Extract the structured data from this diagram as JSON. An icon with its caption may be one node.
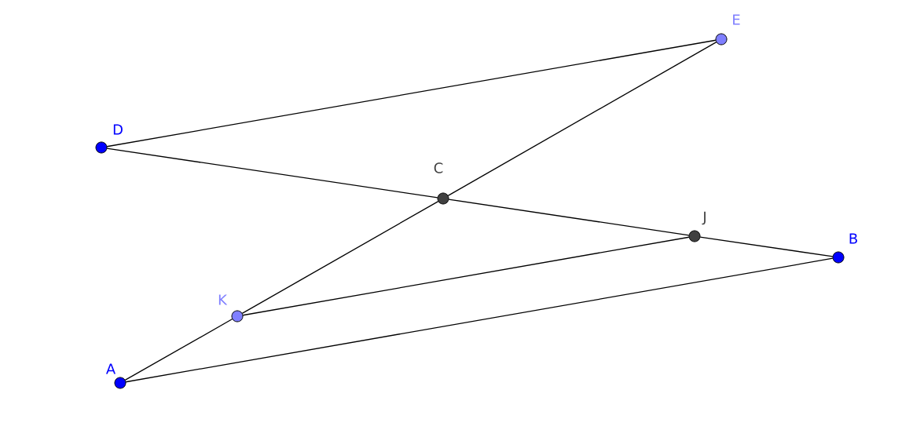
{
  "diagram": {
    "nodes": [
      {
        "text": [
          "E"
        ]
      },
      {
        "text": [
          "D"
        ]
      },
      {
        "text": [
          "C"
        ]
      },
      {
        "text": [
          "J"
        ]
      },
      {
        "text": [
          "B"
        ]
      },
      {
        "text": [
          "K"
        ]
      },
      {
        "text": [
          "A"
        ]
      }
    ],
    "edges": [
      {
        "from": 1,
        "to": 0,
        "arrow": "none"
      },
      {
        "from": 1,
        "to": 2,
        "arrow": "none"
      },
      {
        "from": 2,
        "to": 3,
        "arrow": "none"
      },
      {
        "from": 3,
        "to": 4,
        "arrow": "none"
      },
      {
        "from": 0,
        "to": 2,
        "arrow": "none"
      },
      {
        "from": 2,
        "to": 5,
        "arrow": "none"
      },
      {
        "from": 5,
        "to": 6,
        "arrow": "none"
      },
      {
        "from": 6,
        "to": 4,
        "arrow": "none"
      },
      {
        "from": 5,
        "to": 3,
        "arrow": "none"
      }
    ]
  }
}
